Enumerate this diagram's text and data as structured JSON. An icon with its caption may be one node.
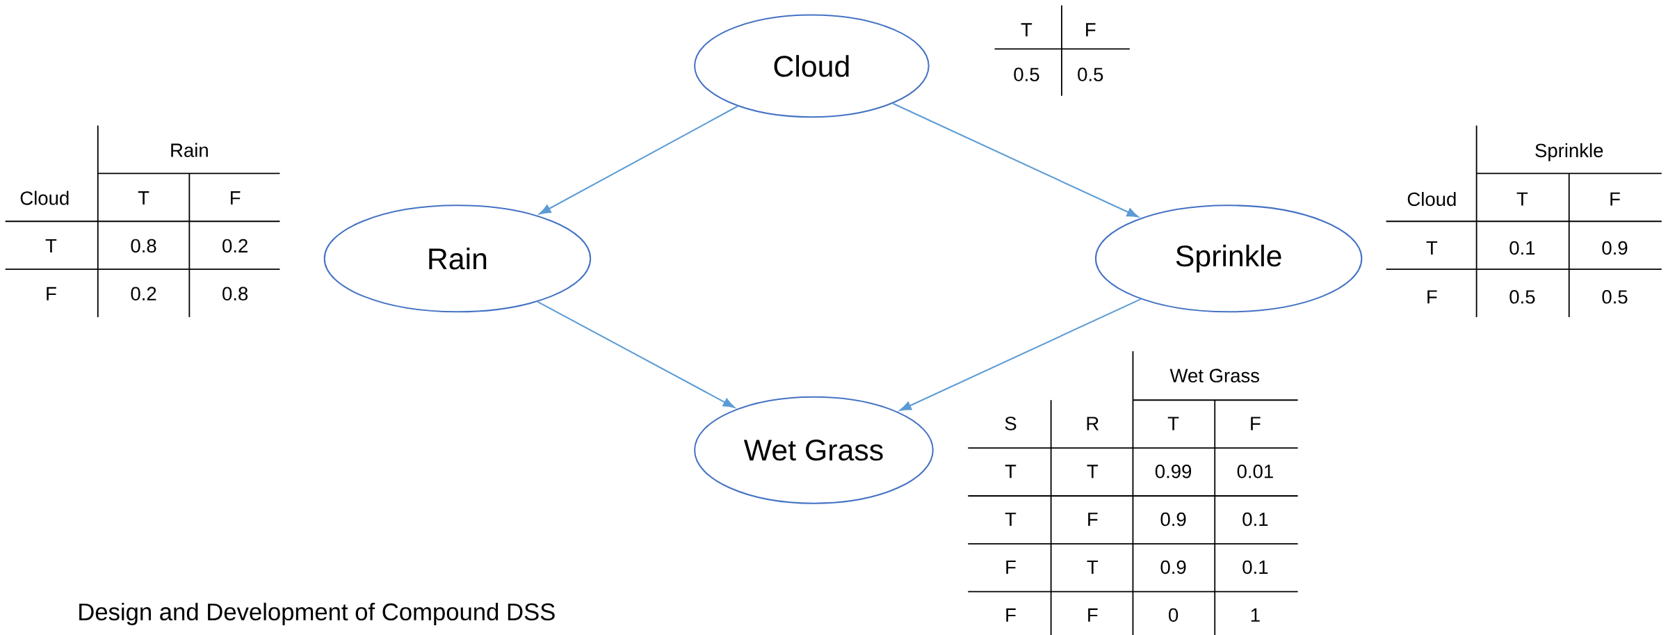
{
  "diagram": {
    "caption": "Design and Development of Compound DSS",
    "nodes": [
      {
        "text": [
          "Cloud"
        ]
      },
      {
        "text": [
          "Rain"
        ]
      },
      {
        "text": [
          "Sprinkle"
        ]
      },
      {
        "text": [
          "Wet Grass"
        ]
      }
    ],
    "edges": [
      {
        "from": 0,
        "to": 1,
        "arrow": "to"
      },
      {
        "from": 0,
        "to": 2,
        "arrow": "to"
      },
      {
        "from": 1,
        "to": 3,
        "arrow": "to"
      },
      {
        "from": 2,
        "to": 3,
        "arrow": "to"
      }
    ],
    "labels": [
      "T",
      "F",
      "0.5",
      "0.5",
      "Rain",
      "Cloud",
      "T",
      "F",
      "T",
      "0.8",
      "0.2",
      "F",
      "0.2",
      "0.8",
      "Sprinkle",
      "Cloud",
      "T",
      "F",
      "T",
      "0.1",
      "0.9",
      "F",
      "0.5",
      "0.5",
      "Wet Grass",
      "S",
      "R",
      "T",
      "F",
      "T",
      "T",
      "0.99",
      "0.01",
      "T",
      "F",
      "0.9",
      "0.1",
      "F",
      "T",
      "0.9",
      "0.1",
      "F",
      "F",
      "0",
      "1"
    ]
  }
}
